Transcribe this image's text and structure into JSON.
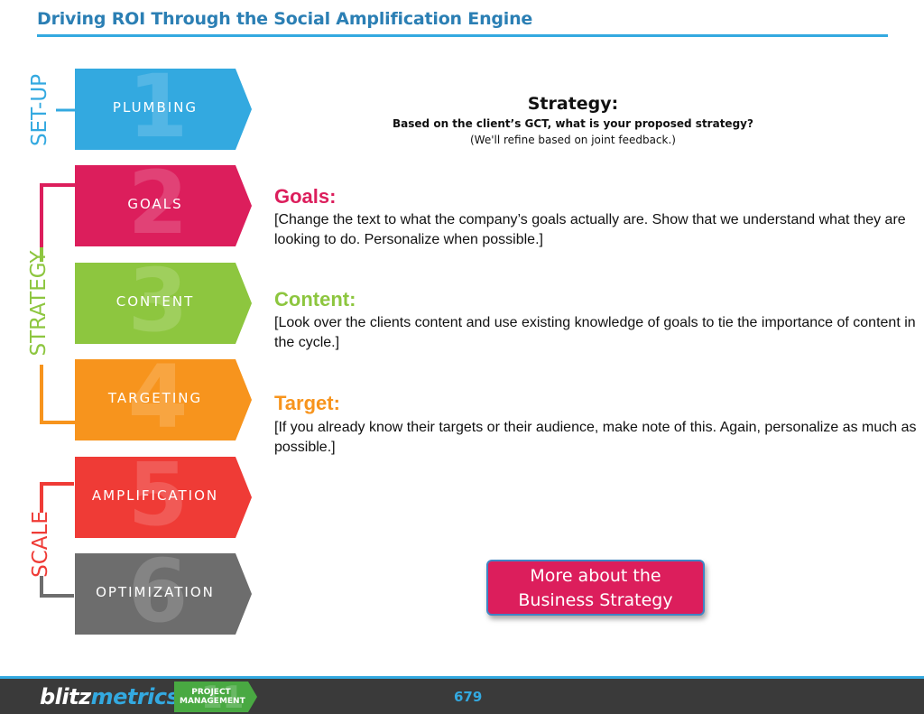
{
  "title": "Driving ROI Through the Social Amplification Engine",
  "colors": {
    "title": "#2b7fb4",
    "rule": "#33a9e0",
    "plumbing": "#33a9e0",
    "goals": "#dc1e5c",
    "content": "#8dc63f",
    "targeting": "#f7941d",
    "amplification": "#ef3b36",
    "optimization": "#6d6d6d",
    "cta": "#dc1e5c"
  },
  "phases": {
    "setup": "SET-UP",
    "strategy": "STRATEGY",
    "scale": "SCALE"
  },
  "steps": [
    {
      "number": "1",
      "label": "PLUMBING"
    },
    {
      "number": "2",
      "label": "GOALS"
    },
    {
      "number": "3",
      "label": "CONTENT"
    },
    {
      "number": "4",
      "label": "TARGETING"
    },
    {
      "number": "5",
      "label": "AMPLIFICATION"
    },
    {
      "number": "6",
      "label": "OPTIMIZATION"
    }
  ],
  "strategy": {
    "heading": "Strategy:",
    "question": "Based on the client’s GCT, what is your proposed strategy?",
    "note": "(We'll refine based on joint feedback.)"
  },
  "goals": {
    "heading": "Goals:",
    "body": "[Change the text to what the company’s goals actually are. Show that we understand what they are looking to do. Personalize when possible.]"
  },
  "content": {
    "heading": "Content:",
    "body": "[Look over the clients content and use existing knowledge of goals to tie the importance of content in the cycle.]"
  },
  "target": {
    "heading": "Target:",
    "body": "[If you already know their targets or their audience, make note of this. Again, personalize as much as possible.]"
  },
  "cta": {
    "line1": "More about the",
    "line2": "Business Strategy"
  },
  "footer": {
    "logo_part1": "blitz",
    "logo_part2": "metrics",
    "badge_number": "11",
    "badge_line1": "PROJECT",
    "badge_line2": "MANAGEMENT",
    "page_number": "679"
  }
}
